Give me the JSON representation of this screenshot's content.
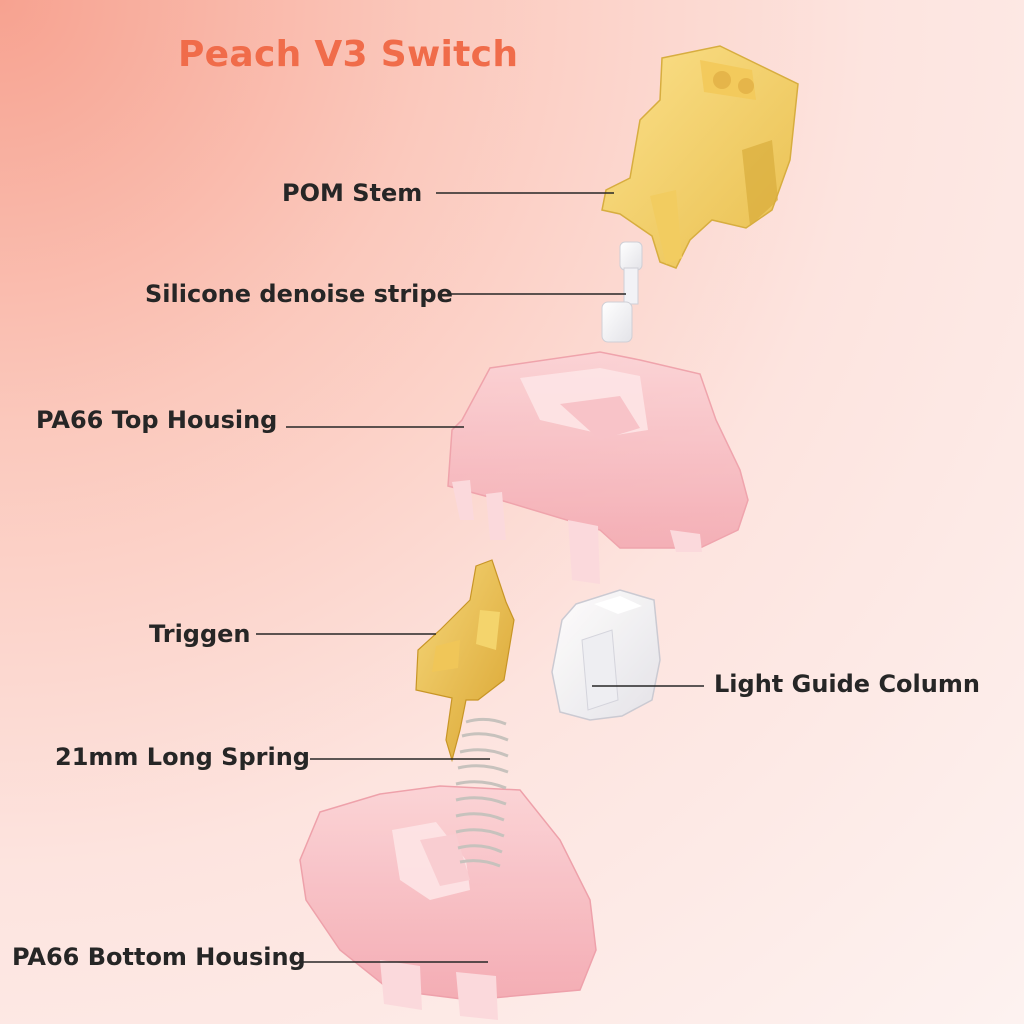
{
  "title": "Peach V3 Switch",
  "parts": [
    {
      "id": "pom-stem",
      "label": "POM Stem"
    },
    {
      "id": "silicone-stripe",
      "label": "Silicone denoise stripe"
    },
    {
      "id": "top-housing",
      "label": "PA66 Top Housing"
    },
    {
      "id": "triggen",
      "label": "Triggen"
    },
    {
      "id": "light-guide",
      "label": "Light Guide Column"
    },
    {
      "id": "spring",
      "label": "21mm Long Spring"
    },
    {
      "id": "bottom-housing",
      "label": "PA66 Bottom Housing"
    }
  ],
  "colors": {
    "title": "#f06c4a",
    "stem": "#f6d06a",
    "housing": "#f7b9bf",
    "gold": "#e6b840",
    "label": "#262626"
  }
}
